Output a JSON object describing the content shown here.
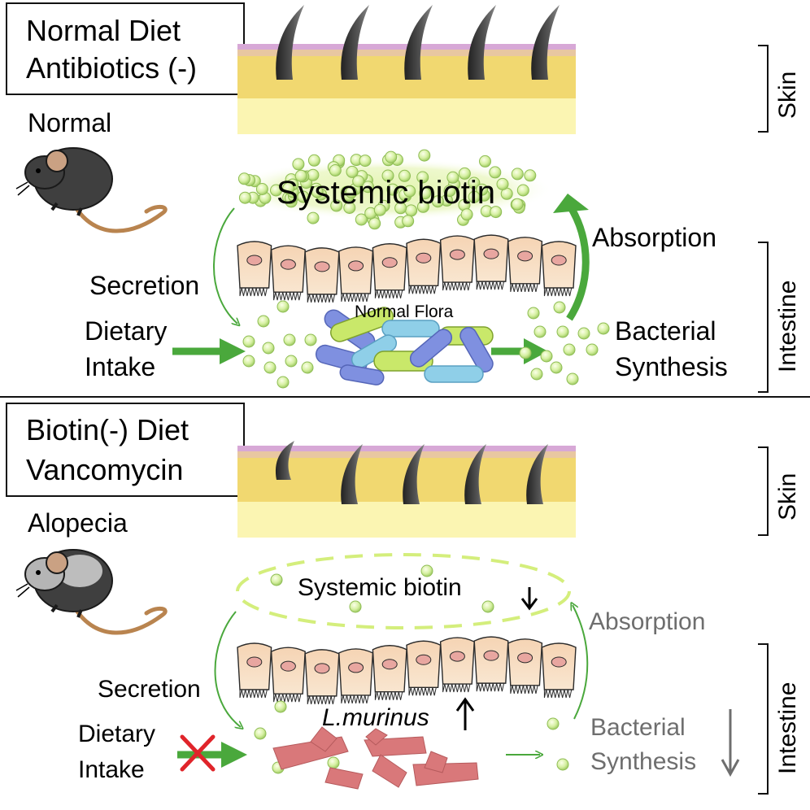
{
  "top_panel": {
    "condition_line1": "Normal Diet",
    "condition_line2": "Antibiotics (-)",
    "phenotype": "Normal",
    "skin_label": "Skin",
    "intestine_label": "Intestine",
    "systemic": "Systemic biotin",
    "absorption": "Absorption",
    "secretion": "Secretion",
    "dietary_line1": "Dietary",
    "dietary_line2": "Intake",
    "flora": "Normal Flora",
    "bacterial_line1": "Bacterial",
    "bacterial_line2": "Synthesis"
  },
  "bottom_panel": {
    "condition_line1": "Biotin(-) Diet",
    "condition_line2": "Vancomycin",
    "phenotype": "Alopecia",
    "skin_label": "Skin",
    "intestine_label": "Intestine",
    "systemic": "Systemic biotin",
    "absorption": "Absorption",
    "secretion": "Secretion",
    "dietary_line1": "Dietary",
    "dietary_line2": "Intake",
    "bacterium": "L.murinus",
    "bacterial_line1": "Bacterial",
    "bacterial_line2": "Synthesis"
  },
  "colors": {
    "arrow_green": "#4aa83c",
    "biotin_dot": "#d9f2a6",
    "skin_yellow": "#f1d870",
    "lactobacillus": "#d9787a",
    "cross_red": "#e0242a"
  }
}
